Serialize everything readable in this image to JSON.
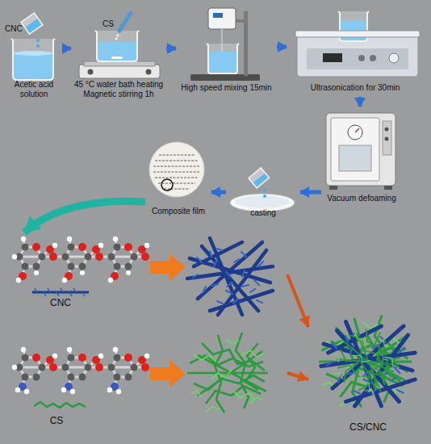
{
  "diagram": {
    "nodes": [
      {
        "text": [
          "Acetic acid solution"
        ]
      },
      {
        "text": [
          "45 °C water bath heating Magnetic stirring 1h"
        ]
      },
      {
        "text": [
          "High speed mixing 15min"
        ]
      },
      {
        "text": [
          "Ultrasonication for 30min"
        ]
      },
      {
        "text": [
          "Vacuum defoaming"
        ]
      },
      {
        "text": [
          "casting"
        ]
      },
      {
        "text": [
          "Composite film"
        ]
      },
      {
        "text": [
          "CNC"
        ]
      },
      {
        "text": [
          "CS"
        ]
      },
      {
        "text": [
          "CS/CNC"
        ]
      }
    ],
    "edges": [
      {
        "from": 0,
        "to": 1,
        "arrow": "to"
      },
      {
        "from": 1,
        "to": 2,
        "arrow": "to"
      },
      {
        "from": 2,
        "to": 3,
        "arrow": "to"
      },
      {
        "from": 3,
        "to": 4,
        "arrow": "to"
      },
      {
        "from": 4,
        "to": 5,
        "arrow": "to"
      },
      {
        "from": 5,
        "to": 6,
        "arrow": "to"
      },
      {
        "from": 6,
        "to": 7,
        "arrow": "to"
      },
      {
        "from": 7,
        "to": 9,
        "arrow": "to"
      },
      {
        "from": 8,
        "to": 9,
        "arrow": "to"
      }
    ],
    "labels": [
      "CNC",
      "CS"
    ]
  }
}
